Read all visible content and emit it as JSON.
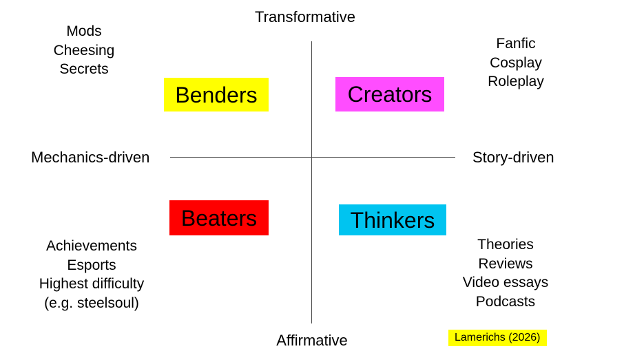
{
  "figure": {
    "type": "two-by-two-matrix",
    "background_color": "#ffffff",
    "axes": {
      "vertical": {
        "top_pole": "Transformative",
        "bottom_pole": "Affirmative"
      },
      "horizontal": {
        "left_pole": "Mechanics-driven",
        "right_pole": "Story-driven"
      },
      "line_color": "#4d4d4d"
    },
    "quadrants": [
      {
        "id": "top-left",
        "name": "Benders",
        "color": "#ffff00",
        "examples": [
          "Mods",
          "Cheesing",
          "Secrets"
        ]
      },
      {
        "id": "top-right",
        "name": "Creators",
        "color": "#ff4dff",
        "examples": [
          "Fanfic",
          "Cosplay",
          "Roleplay"
        ]
      },
      {
        "id": "bottom-left",
        "name": "Beaters",
        "color": "#ff0000",
        "examples": [
          "Achievements",
          "Esports",
          "Highest difficulty",
          "(e.g. steelsoul)"
        ]
      },
      {
        "id": "bottom-right",
        "name": "Thinkers",
        "color": "#00c4f0",
        "examples": [
          "Theories",
          "Reviews",
          "Video essays",
          "Podcasts"
        ]
      }
    ],
    "citation": {
      "text": "Lamerichs (2026)",
      "highlight_color": "#ffff00"
    }
  }
}
